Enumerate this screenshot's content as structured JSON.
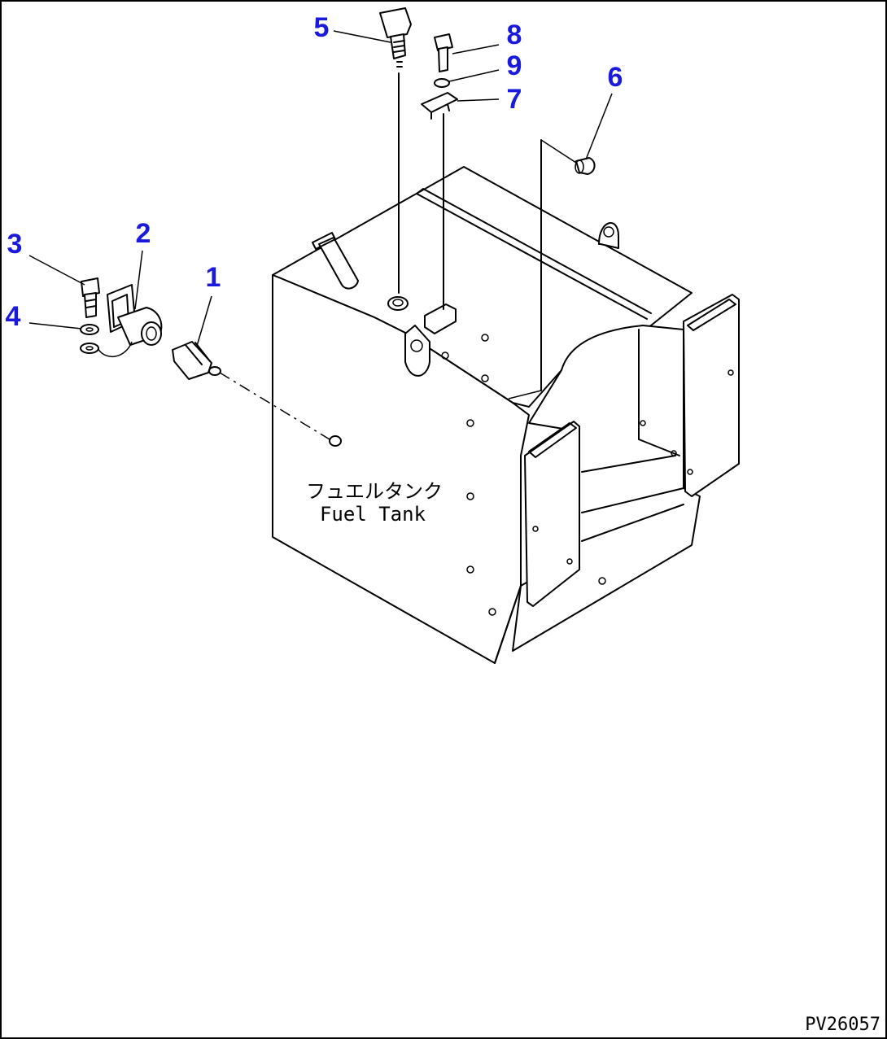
{
  "diagram": {
    "label_color": "#1a1adc",
    "line_color": "#000000",
    "background": "#ffffff",
    "tank_label_jp": "フュエルタンク",
    "tank_label_en": "Fuel Tank",
    "drawing_code": "PV26057",
    "callouts": [
      {
        "id": "1",
        "text": "1"
      },
      {
        "id": "2",
        "text": "2"
      },
      {
        "id": "3",
        "text": "3"
      },
      {
        "id": "4",
        "text": "4"
      },
      {
        "id": "5",
        "text": "5"
      },
      {
        "id": "6",
        "text": "6"
      },
      {
        "id": "7",
        "text": "7"
      },
      {
        "id": "8",
        "text": "8"
      },
      {
        "id": "9",
        "text": "9"
      }
    ]
  }
}
